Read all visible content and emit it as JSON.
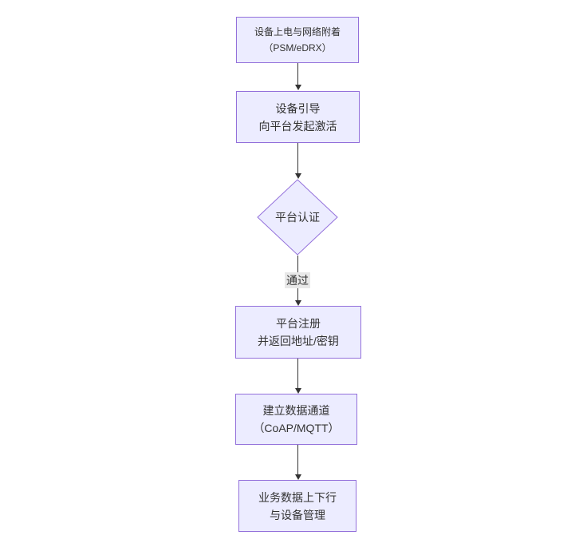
{
  "diagram": {
    "type": "flowchart-vertical",
    "colors": {
      "node_fill": "#ECECFF",
      "node_border": "#9370DB",
      "text": "#333333",
      "arrow": "#333333",
      "edge_label_bg": "#e8e8e8",
      "background": "#ffffff"
    },
    "nodes": [
      {
        "id": "n1",
        "shape": "rect",
        "lines": [
          "设备上电与网络附着",
          "（PSM/eDRX）"
        ]
      },
      {
        "id": "n2",
        "shape": "rect",
        "lines": [
          "设备引导",
          "向平台发起激活"
        ]
      },
      {
        "id": "n3",
        "shape": "diamond",
        "lines": [
          "平台认证"
        ]
      },
      {
        "id": "n4",
        "shape": "rect",
        "lines": [
          "平台注册",
          "并返回地址/密钥"
        ]
      },
      {
        "id": "n5",
        "shape": "rect",
        "lines": [
          "建立数据通道",
          "（CoAP/MQTT）"
        ]
      },
      {
        "id": "n6",
        "shape": "rect",
        "lines": [
          "业务数据上下行",
          "与设备管理"
        ]
      }
    ],
    "edges": [
      {
        "from": "n1",
        "to": "n2",
        "label": ""
      },
      {
        "from": "n2",
        "to": "n3",
        "label": ""
      },
      {
        "from": "n3",
        "to": "n4",
        "label": "通过"
      },
      {
        "from": "n4",
        "to": "n5",
        "label": ""
      },
      {
        "from": "n5",
        "to": "n6",
        "label": ""
      }
    ]
  }
}
